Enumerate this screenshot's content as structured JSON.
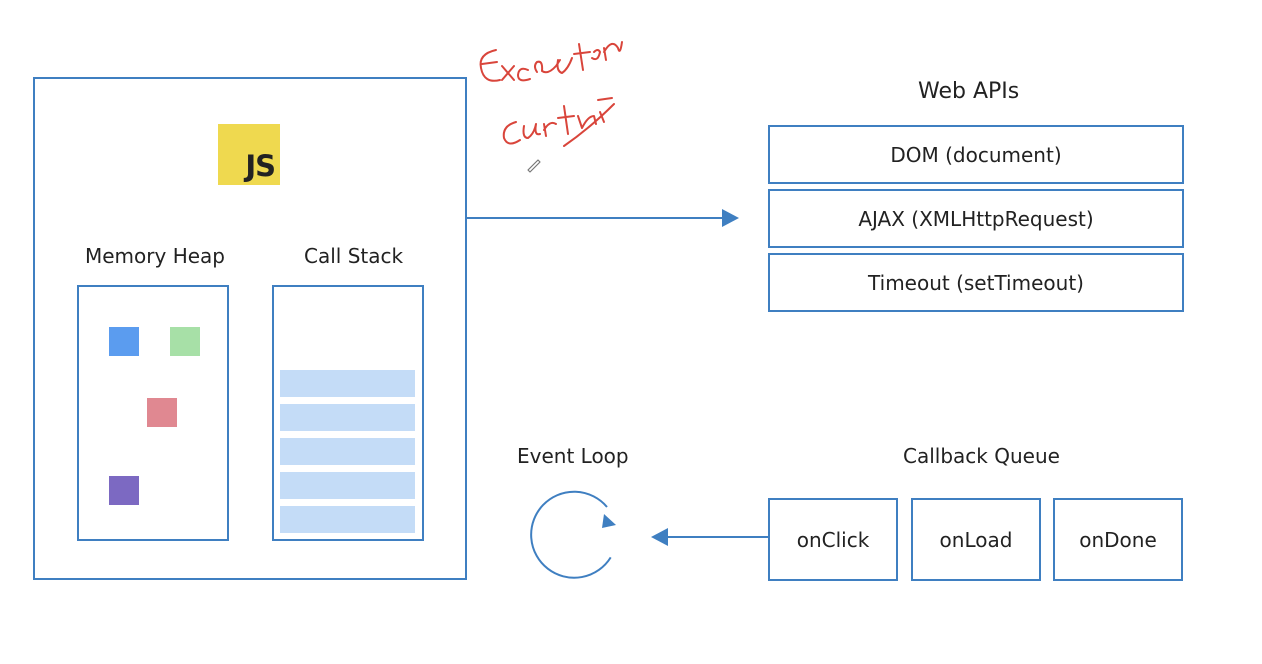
{
  "engine": {
    "logo_text": "JS",
    "memory_heap_label": "Memory Heap",
    "call_stack_label": "Call Stack",
    "heap_block_colors": [
      "#5b9cef",
      "#a7e0a7",
      "#e08891",
      "#7c69c2"
    ],
    "stack_frame_color": "#c4dcf7",
    "stack_frame_count": 5
  },
  "web_apis": {
    "title": "Web APIs",
    "items": [
      "DOM (document)",
      "AJAX (XMLHttpRequest)",
      "Timeout (setTimeout)"
    ]
  },
  "event_loop": {
    "label": "Event Loop"
  },
  "callback_queue": {
    "title": "Callback Queue",
    "items": [
      "onClick",
      "onLoad",
      "onDone"
    ]
  },
  "annotation": {
    "text": "Execution context",
    "color": "#d9453b"
  },
  "colors": {
    "border": "#3f7fc1",
    "arrow": "#3f7fc1",
    "js_logo_bg": "#efd94f",
    "js_logo_fg": "#222222"
  }
}
